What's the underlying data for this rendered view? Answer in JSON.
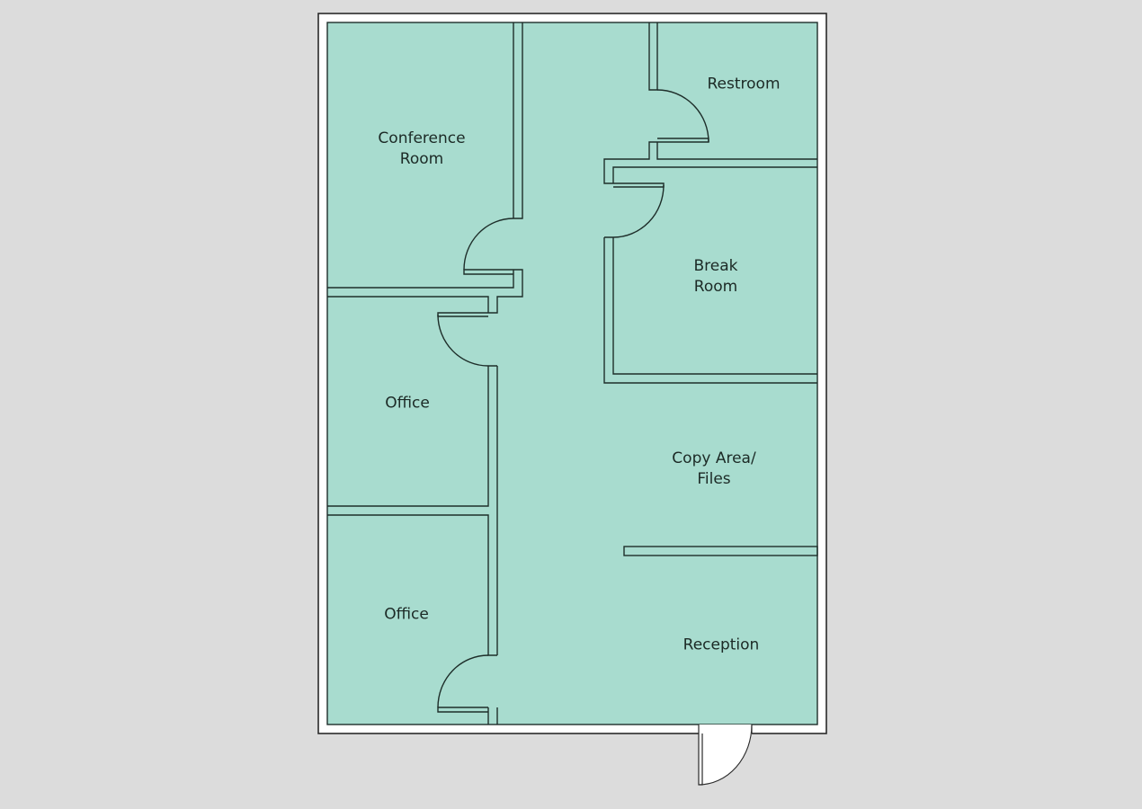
{
  "floor_plan": {
    "colors": {
      "background": "#dcdcdc",
      "frame": "#ffffff",
      "floor": "#a8dccf",
      "wall_line": "#1e2e2a"
    },
    "rooms": [
      {
        "id": "conference-room",
        "label": "Conference\nRoom"
      },
      {
        "id": "restroom",
        "label": "Restroom"
      },
      {
        "id": "break-room",
        "label": "Break\nRoom"
      },
      {
        "id": "office-1",
        "label": "Office"
      },
      {
        "id": "copy-area",
        "label": "Copy Area/\nFiles"
      },
      {
        "id": "office-2",
        "label": "Office"
      },
      {
        "id": "reception",
        "label": "Reception"
      }
    ]
  }
}
